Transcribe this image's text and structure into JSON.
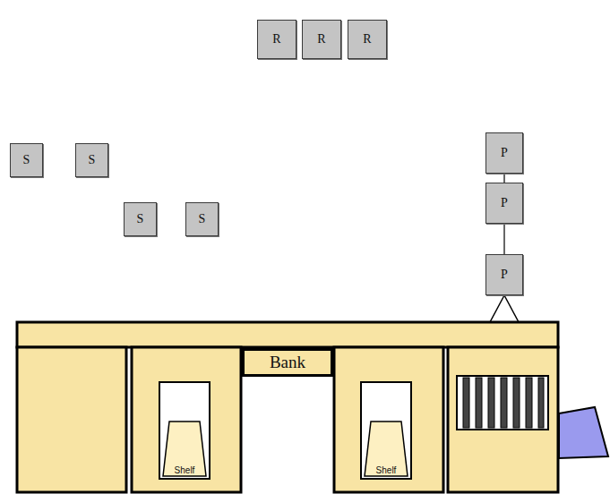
{
  "diagram": {
    "nodes": [
      {
        "text": [
          "R"
        ]
      },
      {
        "text": [
          "R"
        ]
      },
      {
        "text": [
          "R"
        ]
      },
      {
        "text": [
          "S"
        ]
      },
      {
        "text": [
          "S"
        ]
      },
      {
        "text": [
          "S"
        ]
      },
      {
        "text": [
          "S"
        ]
      },
      {
        "text": [
          "P"
        ]
      },
      {
        "text": [
          "P"
        ]
      },
      {
        "text": [
          "P"
        ]
      },
      {
        "text": [
          "Bank"
        ]
      },
      {
        "text": [
          "Shelf"
        ]
      },
      {
        "text": [
          "Shelf"
        ]
      }
    ],
    "edges": [
      {
        "from": 7,
        "to": 8,
        "arrow": "none"
      },
      {
        "from": 8,
        "to": 9,
        "arrow": "none"
      }
    ]
  }
}
